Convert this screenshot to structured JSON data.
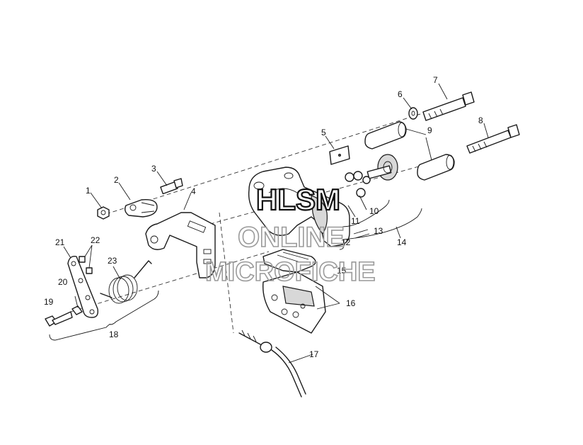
{
  "callouts": {
    "c1": "1",
    "c2": "2",
    "c3": "3",
    "c4": "4",
    "c5": "5",
    "c6": "6",
    "c7": "7",
    "c8": "8",
    "c9": "9",
    "c10": "10",
    "c11": "11",
    "c12": "12",
    "c13": "13",
    "c14": "14",
    "c15": "15",
    "c16": "16",
    "c17": "17",
    "c18": "18",
    "c19": "19",
    "c20": "20",
    "c21": "21",
    "c22": "22",
    "c23": "23"
  },
  "watermark": {
    "line1": "HLSM",
    "line2": "ONLINE",
    "line3": "MICROFICHE"
  }
}
